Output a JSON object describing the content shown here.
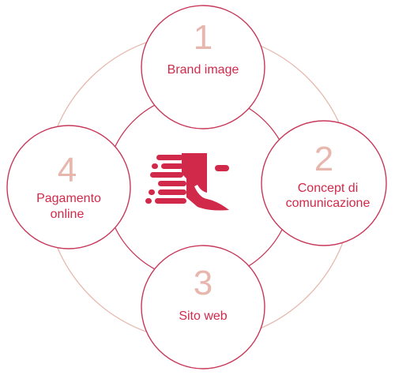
{
  "colors": {
    "accent": "#d1294a",
    "number": "#e7b7ad",
    "outer_ring": "#e6b9ae",
    "node_stroke": "#c8385a",
    "background": "#ffffff"
  },
  "logo": {
    "icon": "brand-logo-icon"
  },
  "nodes": [
    {
      "number": "1",
      "label_lines": [
        "Brand image"
      ]
    },
    {
      "number": "2",
      "label_lines": [
        "Concept di",
        "comunicazione"
      ]
    },
    {
      "number": "3",
      "label_lines": [
        "Sito web"
      ]
    },
    {
      "number": "4",
      "label_lines": [
        "Pagamento",
        "online"
      ]
    }
  ]
}
